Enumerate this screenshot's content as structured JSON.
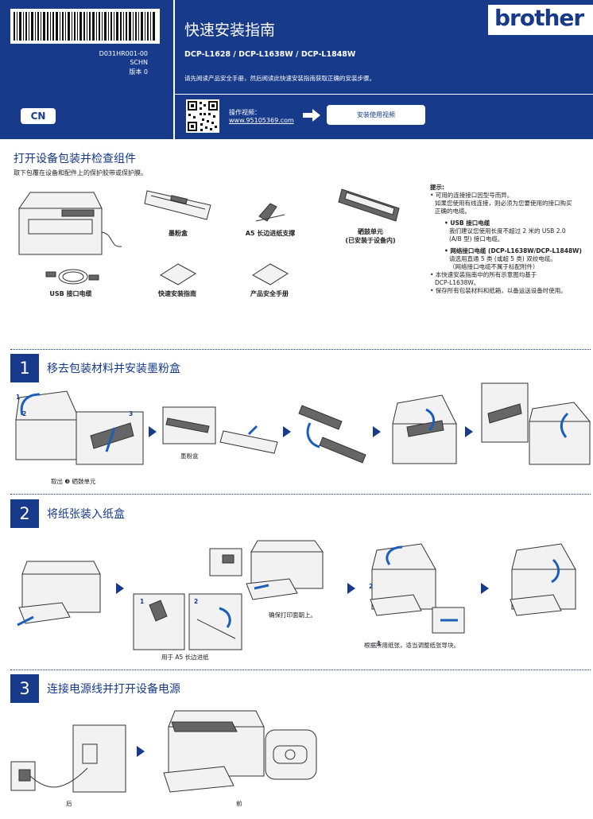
{
  "header": {
    "doc_code": "D031HR001-00",
    "locale": "SCHN",
    "version": "版本 0",
    "lang_badge": "CN",
    "title": "快速安装指南",
    "models": "DCP-L1628 / DCP-L1638W / DCP-L1848W",
    "read_first": "请先阅读产品安全手册，然后阅读此快速安装指南获取正确的安装步骤。",
    "brand": "brother",
    "video_label": "操作视频：",
    "video_url": "www.95105369.com",
    "video_button": "安装使用视频"
  },
  "unpack": {
    "title": "打开设备包装并检查组件",
    "subtitle": "取下包覆在设备和配件上的保护胶带或保护膜。",
    "items": {
      "toner": "墨粉盒",
      "a5_support": "A5 长边进纸支撑",
      "drum_line1": "硒鼓单元",
      "drum_line2": "(已安装于设备内)",
      "usb_cable": "USB 接口电缆",
      "quick_guide": "快速安装指南",
      "safety_guide": "产品安全手册"
    },
    "tips": {
      "heading": "提示:",
      "line1": "• 可用的连接接口因型号而异。",
      "line2": "如果您使用有线连接，则必须为您要使用的接口购买",
      "line3": "正确的电缆。",
      "usb_title": "• USB 接口电缆",
      "usb_l1": "我们建议您使用长度不超过 2 米的 USB 2.0",
      "usb_l2": "(A/B 型) 接口电缆。",
      "net_title": "• 网络接口电缆 (DCP-L1638W/DCP-L1848W)",
      "net_l1": "请选用直通 5 类 (或超 5 类) 双绞电缆。",
      "net_l2": "（网络接口电缆不属于标配附件）",
      "line4": "• 本快速安装指南中的所有示意图均基于",
      "line5": "DCP-L1638W。",
      "line6": "• 保存所有包装材料和纸箱，以备运送设备时使用。"
    }
  },
  "step1": {
    "number": "1",
    "title": "移去包装材料并安装墨粉盒",
    "toner_label": "墨粉盒",
    "remove_drum": "取出 ❸ 硒鼓单元",
    "callout_1": "1",
    "callout_2": "2",
    "callout_3": "3"
  },
  "step2": {
    "number": "2",
    "title": "将纸张装入纸盒",
    "a5_note": "用于 A5 长边进纸",
    "face_up": "确保打印面朝上。",
    "adjust_guides": "根据所用纸张，适当调整纸张导块。",
    "callout_1": "1",
    "callout_2": "2"
  },
  "step3": {
    "number": "3",
    "title": "连接电源线并打开设备电源",
    "back": "后",
    "front": "前"
  }
}
